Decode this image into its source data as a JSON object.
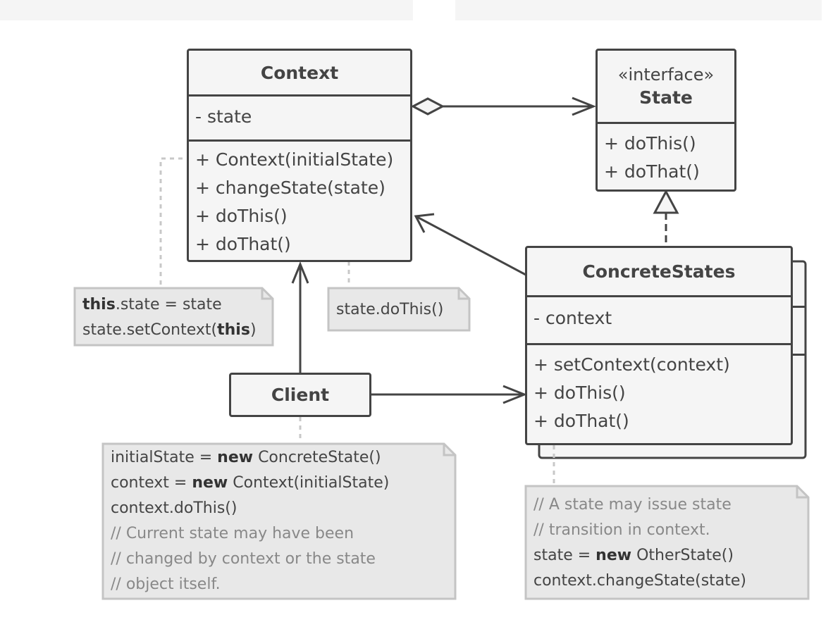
{
  "classes": {
    "context": {
      "title": "Context",
      "fields": [
        "- state"
      ],
      "methods": [
        "+ Context(initialState)",
        "+ changeState(state)",
        "+ doThis()",
        "+ doThat()"
      ]
    },
    "state": {
      "stereotype": "«interface»",
      "title": "State",
      "methods": [
        "+ doThis()",
        "+ doThat()"
      ]
    },
    "concrete_states": {
      "title": "ConcreteStates",
      "fields": [
        "- context"
      ],
      "methods": [
        "+ setContext(context)",
        "+ doThis()",
        "+ doThat()"
      ]
    },
    "client": {
      "title": "Client"
    }
  },
  "notes": {
    "context_ctor": {
      "line1_bold": "this",
      "line1_rest": ".state = state",
      "line2_pre": "state.setContext(",
      "line2_bold": "this",
      "line2_post": ")"
    },
    "context_dothis": {
      "text": "state.doThis()"
    },
    "client": {
      "line1_pre": "initialState = ",
      "line1_bold": "new",
      "line1_post": " ConcreteState()",
      "line2_pre": "context = ",
      "line2_bold": "new",
      "line2_post": " Context(initialState)",
      "line3": "context.doThis()",
      "line4": "// Current state may have been",
      "line5": "// changed by context or the state",
      "line6": "// object itself."
    },
    "concrete": {
      "line1": "// A state may issue state",
      "line2": "// transition in context.",
      "line3_pre": "state = ",
      "line3_bold": "new",
      "line3_post": " OtherState()",
      "line4": "context.changeState(state)"
    }
  },
  "colors": {
    "stroke": "#444444",
    "box_fill": "#f5f5f5",
    "note_fill": "#e8e8e8",
    "note_border": "#c4c4c4",
    "connector": "#c8c8c8",
    "comment_text": "#888888"
  }
}
